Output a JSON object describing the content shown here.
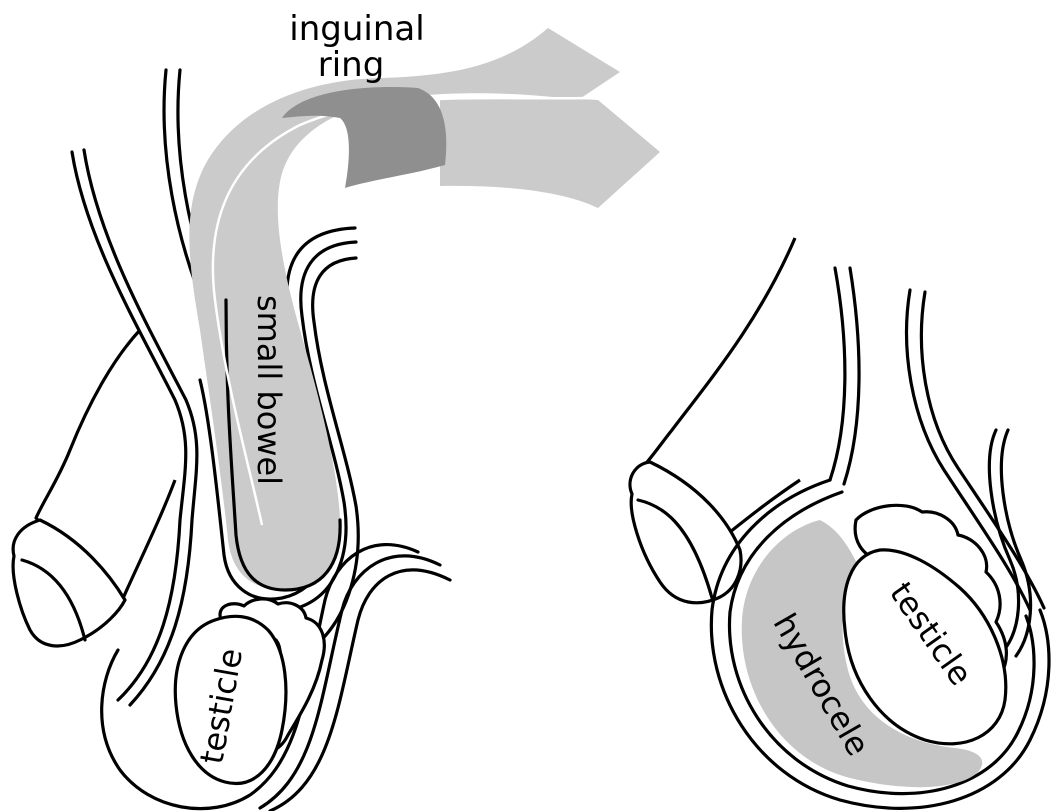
{
  "labels": {
    "inguinal_ring_line1": "inguinal",
    "inguinal_ring_line2": "ring",
    "small_bowel": "small bowel",
    "testicle_left": "testicle",
    "testicle_right": "testicle",
    "hydrocele": "hydrocele"
  },
  "colors": {
    "bowel_fill": "#cbcbcb",
    "ring_fill": "#8f8f8f",
    "hydrocele_fill": "#c6c6c6",
    "stroke": "#000000"
  }
}
